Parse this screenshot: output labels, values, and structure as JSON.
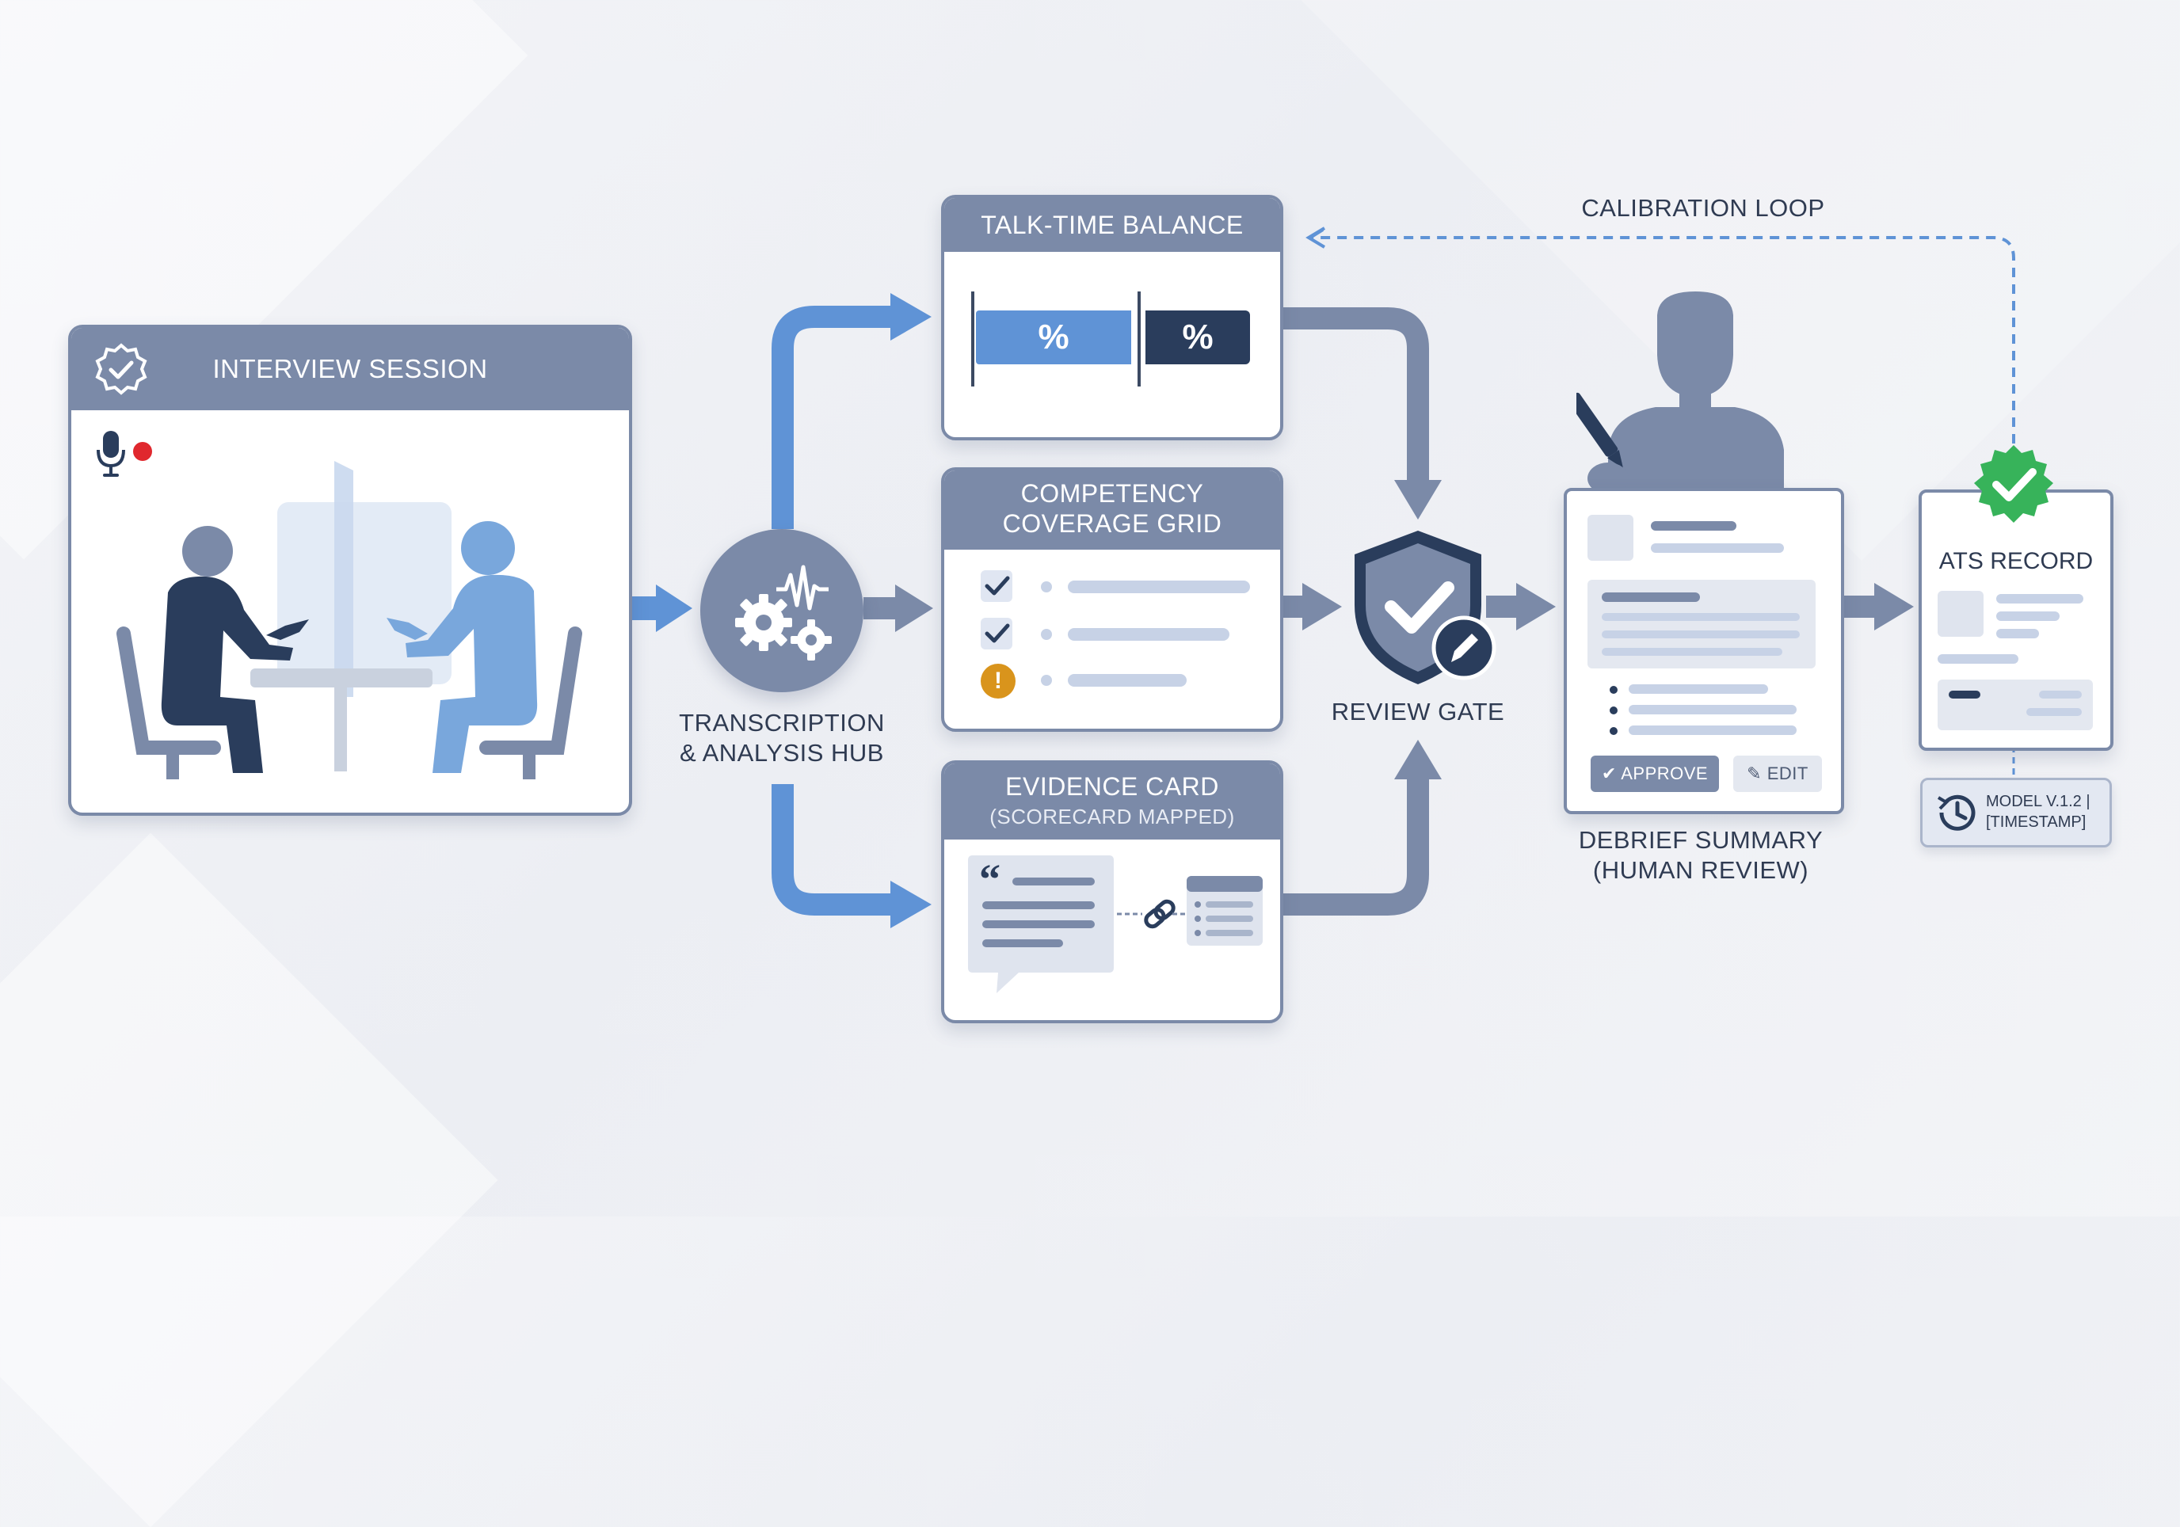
{
  "session": {
    "title": "INTERVIEW SESSION",
    "header_icon": "verified-badge-icon",
    "mic_icon": "microphone-icon",
    "recording_indicator": "recording-dot",
    "illustration": "two-people-interview-table"
  },
  "hub": {
    "label_line1": "TRANSCRIPTION",
    "label_line2": "& ANALYSIS HUB",
    "icon": "gears-waveform-icon"
  },
  "talk_time": {
    "title": "TALK-TIME BALANCE",
    "bar_a_label": "%",
    "bar_b_label": "%",
    "bar_a_share": 0.6
  },
  "competency": {
    "title_line1": "COMPETENCY",
    "title_line2": "COVERAGE GRID",
    "rows": [
      {
        "status": "covered",
        "icon": "checkbox-checked-icon"
      },
      {
        "status": "covered",
        "icon": "checkbox-checked-icon"
      },
      {
        "status": "gap",
        "icon": "warning-icon",
        "glyph": "!"
      }
    ]
  },
  "evidence": {
    "title": "EVIDENCE CARD",
    "subtitle": "(SCORECARD MAPPED)",
    "quote_icon": "quote-bubble-icon",
    "link_icon": "link-icon",
    "mapped_icon": "scorecard-icon"
  },
  "review_gate": {
    "label": "REVIEW GATE",
    "icon": "shield-check-edit-icon"
  },
  "debrief": {
    "label_line1": "DEBRIEF SUMMARY",
    "label_line2": "(HUMAN REVIEW)",
    "approve_label": "APPROVE",
    "edit_label": "EDIT",
    "reviewer_icon": "reviewer-person-icon"
  },
  "ats": {
    "title": "ATS RECORD",
    "badge_icon": "verified-green-badge-icon",
    "model_line1": "MODEL V.1.2 |",
    "model_line2": "[TIMESTAMP]",
    "history_icon": "history-clock-icon"
  },
  "loop": {
    "label": "CALIBRATION LOOP"
  },
  "colors": {
    "header": "#7b8aa8",
    "accent_blue": "#5f93d6",
    "navy": "#2a3d5c",
    "warning": "#d9941c",
    "success": "#37b35a",
    "red_dot": "#e0282e"
  }
}
